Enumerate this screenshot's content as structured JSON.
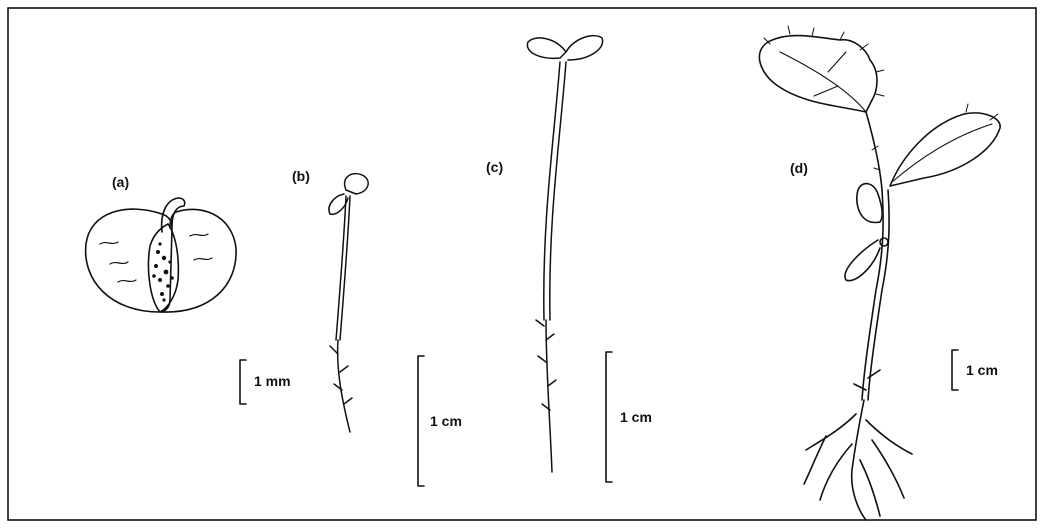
{
  "figure": {
    "panels": [
      {
        "id": "a",
        "label": "(a)"
      },
      {
        "id": "b",
        "label": "(b)"
      },
      {
        "id": "c",
        "label": "(c)"
      },
      {
        "id": "d",
        "label": "(d)"
      }
    ],
    "scale_bars": [
      {
        "label": "1 mm"
      },
      {
        "label": "1 cm"
      },
      {
        "label": "1 cm"
      },
      {
        "label": "1 cm"
      }
    ],
    "colors": {
      "ink": "#111111",
      "background": "#ffffff",
      "frame": "#000000"
    }
  }
}
